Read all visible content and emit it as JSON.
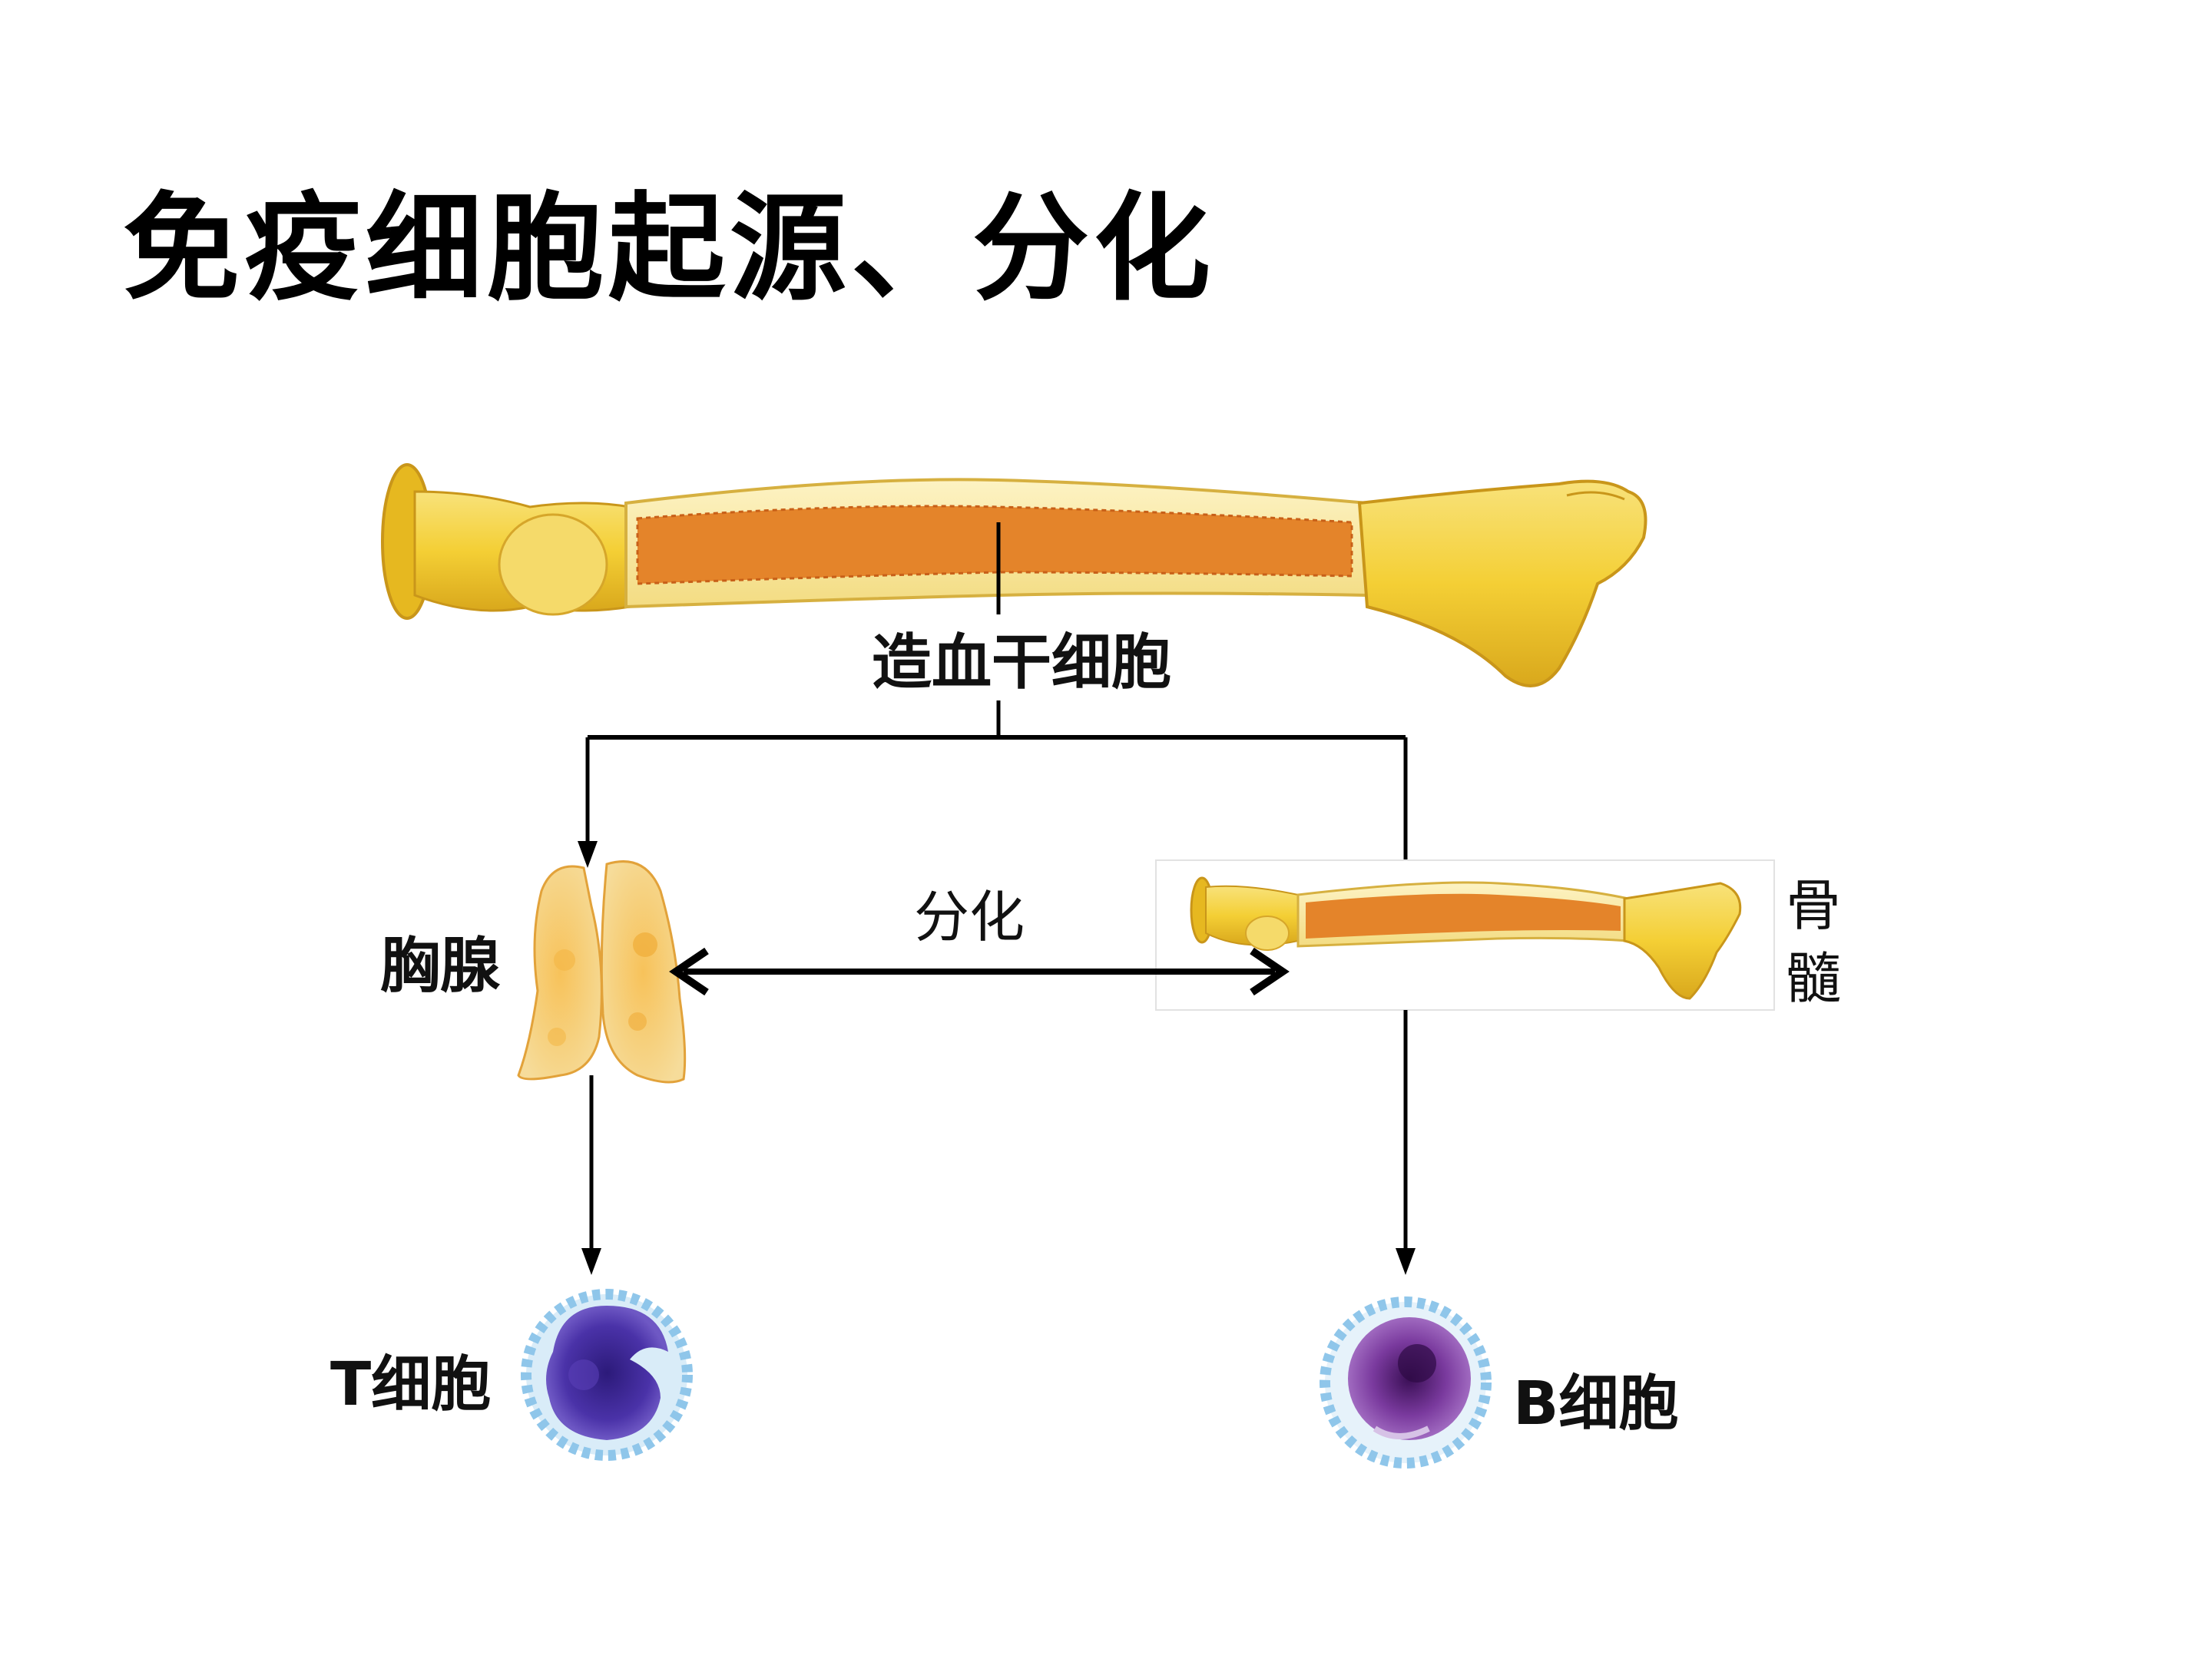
{
  "title": "免疫细胞起源、分化",
  "labels": {
    "hsc": "造血干细胞",
    "thymus": "胸腺",
    "differentiation": "分化",
    "bone_marrow_line1": "骨",
    "bone_marrow_line2": "髓",
    "t_cell": "T细胞",
    "b_cell": "B细胞"
  },
  "colors": {
    "bone_yellow": "#f4d03f",
    "bone_light": "#fbeaa0",
    "marrow_orange": "#e07b1e",
    "thymus": "#f2b44a",
    "t_cell": "#3a2490",
    "b_cell": "#6a2a8e",
    "cell_membrane": "#8fc6ea",
    "line": "#000000"
  }
}
